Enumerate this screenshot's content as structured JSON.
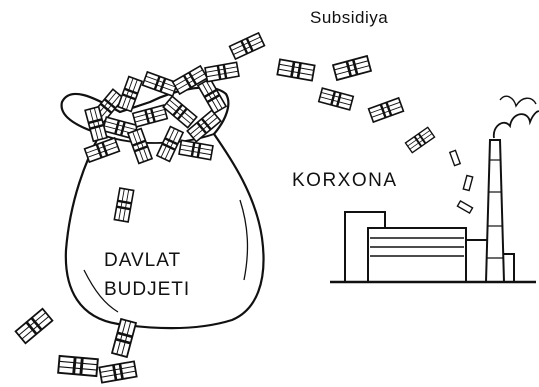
{
  "labels": {
    "subsidy": "Subsidiya",
    "factory": "KORXONA",
    "budget_line1": "DAVLAT",
    "budget_line2": "BUDJETI"
  },
  "colors": {
    "ink": "#111111",
    "paper": "#ffffff"
  },
  "icons": {
    "bag": "money-bag-icon",
    "factory": "factory-icon",
    "bundle": "money-bundle-icon",
    "note": "banknote-icon",
    "smoke": "smoke-icon"
  }
}
